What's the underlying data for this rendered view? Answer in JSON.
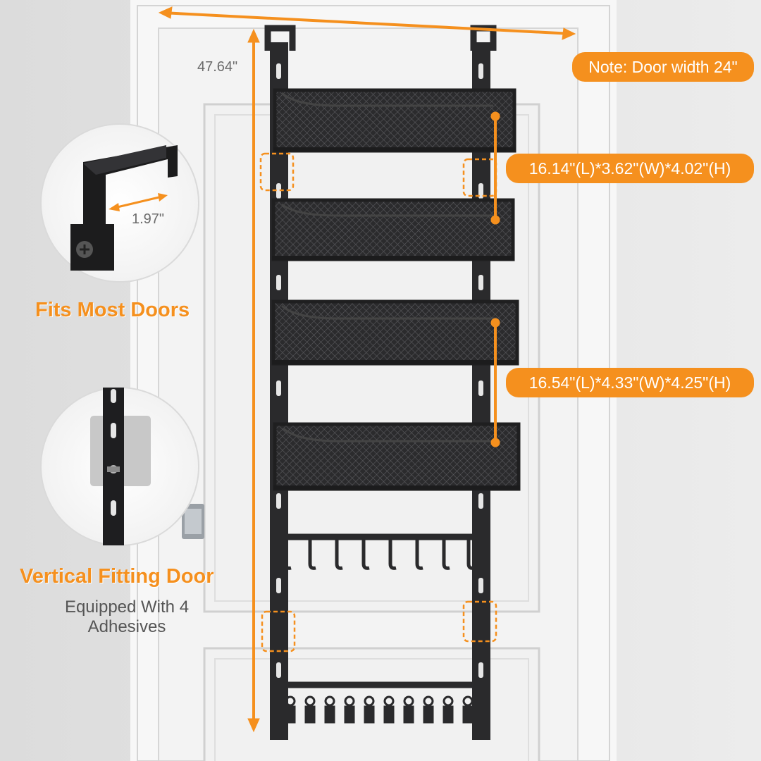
{
  "dimensions": {
    "overall_height": "47.64\"",
    "door_note": "Note: Door width 24\"",
    "hook_width": "1.97\"",
    "small_basket": "16.14\"(L)*3.62\"(W)*4.02\"(H)",
    "large_basket": "16.54\"(L)*4.33\"(W)*4.25\"(H)"
  },
  "features": {
    "fits_title": "Fits Most Doors",
    "vertical_title": "Vertical Fitting Door",
    "vertical_sub_line1": "Equipped With 4",
    "vertical_sub_line2": "Adhesives"
  },
  "colors": {
    "accent": "#f5901e",
    "rack": "#2a2a2c",
    "door": "#f4f4f4",
    "wall": "#e6e6e6"
  }
}
